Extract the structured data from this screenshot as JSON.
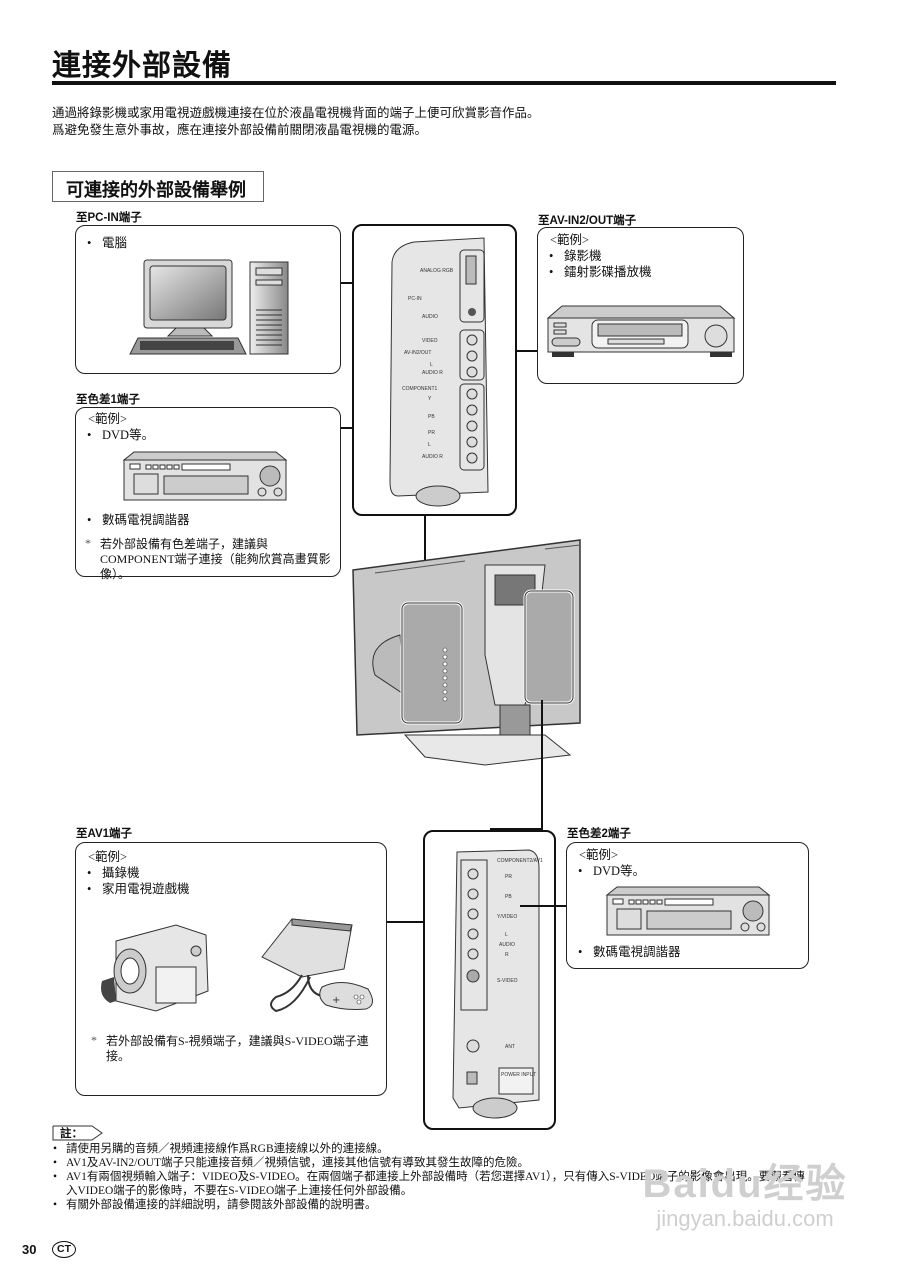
{
  "page": {
    "title": "連接外部設備",
    "intro": [
      "通過將錄影機或家用電視遊戲機連接在位於液晶電視機背面的端子上便可欣賞影音作品。",
      "爲避免發生意外事故，應在連接外部設備前關閉液晶電視機的電源。"
    ],
    "section_heading": "可連接的外部設備舉例"
  },
  "connections": {
    "pc_in": {
      "label": "至PC-IN端子",
      "items": [
        "電腦"
      ]
    },
    "av_in2_out": {
      "label": "至AV-IN2/OUT端子",
      "example_label": "<範例>",
      "items": [
        "錄影機",
        "鐳射影碟播放機"
      ]
    },
    "component1": {
      "label": "至色差1端子",
      "example_label": "<範例>",
      "items": [
        "DVD等。",
        "數碼電視調諧器"
      ],
      "note": "若外部設備有色差端子，建議與COMPONENT端子連接（能夠欣賞高畫質影像）。"
    },
    "av1": {
      "label": "至AV1端子",
      "example_label": "<範例>",
      "items": [
        "攝錄機",
        "家用電視遊戲機"
      ],
      "note": "若外部設備有S-視頻端子，建議與S-VIDEO端子連接。"
    },
    "component2": {
      "label": "至色差2端子",
      "example_label": "<範例>",
      "items": [
        "DVD等。",
        "數碼電視調諧器"
      ]
    }
  },
  "panel_top": {
    "labels": [
      "ANALOG RGB",
      "PC-IN",
      "AUDIO",
      "VIDEO",
      "AV-IN2/OUT",
      "L",
      "AUDIO",
      "R",
      "COMPONENT1",
      "Y",
      "PB",
      "PR",
      "L",
      "AUDIO",
      "R"
    ]
  },
  "panel_bottom": {
    "labels": [
      "COMPONENT2/AV1",
      "PR",
      "PB",
      "Y/VIDEO",
      "L",
      "AUDIO",
      "R",
      "S-VIDEO",
      "ANT",
      "POWER INPUT"
    ]
  },
  "notes": {
    "label": "註：",
    "items": [
      "請使用另購的音頻／視頻連接線作爲RGB連接線以外的連接線。",
      "AV1及AV-IN2/OUT端子只能連接音頻／視頻信號，連接其他信號有導致其發生故障的危險。",
      "AV1有兩個視頻輸入端子：VIDEO及S-VIDEO。在兩個端子都連接上外部設備時（若您選擇AV1），只有傳入S-VIDEO端子的影像會出現。要觀看傳入VIDEO端子的影像時，不要在S-VIDEO端子上連接任何外部設備。",
      "有關外部設備連接的詳細說明，請參閱該外部設備的說明書。"
    ]
  },
  "footer": {
    "page_number": "30",
    "language_badge": "CT"
  },
  "watermark": {
    "main": "Baidu经验",
    "sub": "jingyan.baidu.com"
  }
}
